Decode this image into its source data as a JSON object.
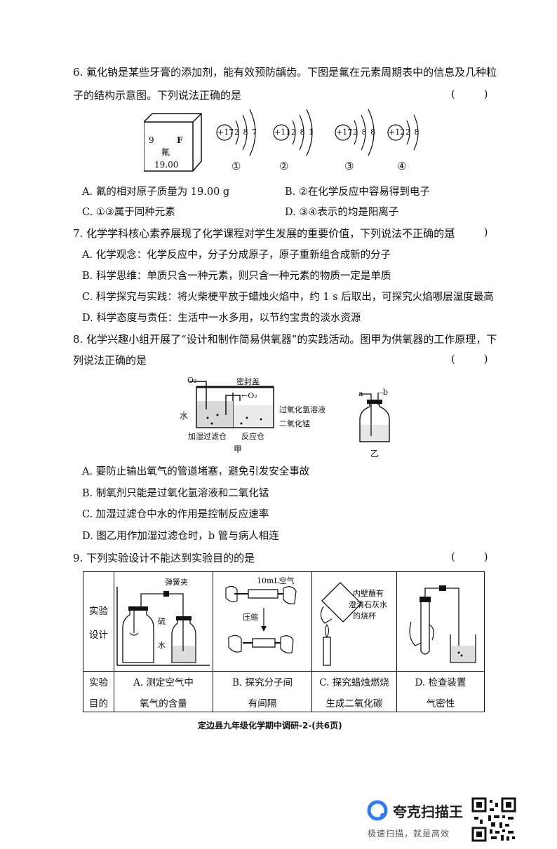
{
  "q6": {
    "line1": "6. 氟化钠是某些牙膏的添加剂，能有效预防龋齿。下图是氟在元素周期表中的信息及几种粒",
    "line2": "子的结构示意图。下列说法正确的是",
    "paren": "(    )",
    "element": {
      "number": "9",
      "symbol": "F",
      "name": "氟",
      "mass": "19.00"
    },
    "particles": [
      {
        "nucleus": "+17",
        "shells": "2 8 7",
        "label": "①"
      },
      {
        "nucleus": "+11",
        "shells": "2 8 1",
        "label": "②"
      },
      {
        "nucleus": "+17",
        "shells": "2 8 8",
        "label": "③"
      },
      {
        "nucleus": "+12",
        "shells": "2 8",
        "label": "④"
      }
    ],
    "options": {
      "A": "A. 氟的相对原子质量为 19.00 g",
      "B": "B. ②在化学反应中容易得到电子",
      "C": "C. ①③属于同种元素",
      "D": "D. ③④表示的均是阳离子"
    }
  },
  "q7": {
    "stem": "7. 化学学科核心素养展现了化学课程对学生发展的重要价值，下列说法不正确的是",
    "paren": "(    )",
    "options": {
      "A": "A. 化学观念：化学反应中，分子分成原子，原子重新组合成新的分子",
      "B": "B. 科学思维：单质只含一种元素，则只含一种元素的物质一定是单质",
      "C": "C. 科学探究与实践：将火柴梗平放于蜡烛火焰中，约 1 s 后取出，可探究火焰哪层温度最高",
      "D": "D. 科学态度与责任：生活中一水多用，以节约宝贵的淡水资源"
    }
  },
  "q8": {
    "line1": "8. 化学兴趣小组开展了“设计和制作简易供氧器”的实践活动。图甲为供氧器的工作原理，下",
    "line2": "列说法正确的是",
    "paren": "(    )",
    "fig": {
      "o2_out": "O₂",
      "lid": "密封盖",
      "o2_arrow": "←O₂",
      "water": "水",
      "h2o2": "过氧化氢溶液",
      "mno2": "二氧化锰",
      "humid": "加湿过滤仓",
      "reactor": "反应仓",
      "jia": "甲",
      "a": "a",
      "b": "b",
      "yi": "乙"
    },
    "options": {
      "A": "A. 要防止输出氧气的管道堵塞，避免引发安全事故",
      "B": "B. 制氧剂只能是过氧化氢溶液和二氧化锰",
      "C": "C. 加湿过滤仓中水的作用是控制反应速率",
      "D": "D. 图乙用作加湿过滤仓时，b 管与病人相连"
    }
  },
  "q9": {
    "stem": "9. 下列实验设计不能达到实验目的的是",
    "paren": "(    )",
    "row_label_design": [
      "实验",
      "设计"
    ],
    "row_label_purpose": [
      "实验",
      "目的"
    ],
    "fig_labels": {
      "clamp": "弹簧夹",
      "sulfur": "硫",
      "water": "水",
      "air": "10mL空气",
      "compress": "压缩",
      "beaker_note": [
        "内壁蘸有",
        "澄清石灰水",
        "的烧杯"
      ]
    },
    "purposes": [
      [
        "A. 测定空气中",
        "氧气的含量"
      ],
      [
        "B. 探究分子间",
        "有间隔"
      ],
      [
        "C. 探究蜡烛燃烧",
        "生成二氧化碳"
      ],
      [
        "D. 检查装置",
        "气密性"
      ]
    ]
  },
  "footer": "定边县九年级化学期中调研-2-(共6页)",
  "watermark": {
    "brand": "夸克扫描王",
    "slogan": "极速扫描，就是高效"
  }
}
